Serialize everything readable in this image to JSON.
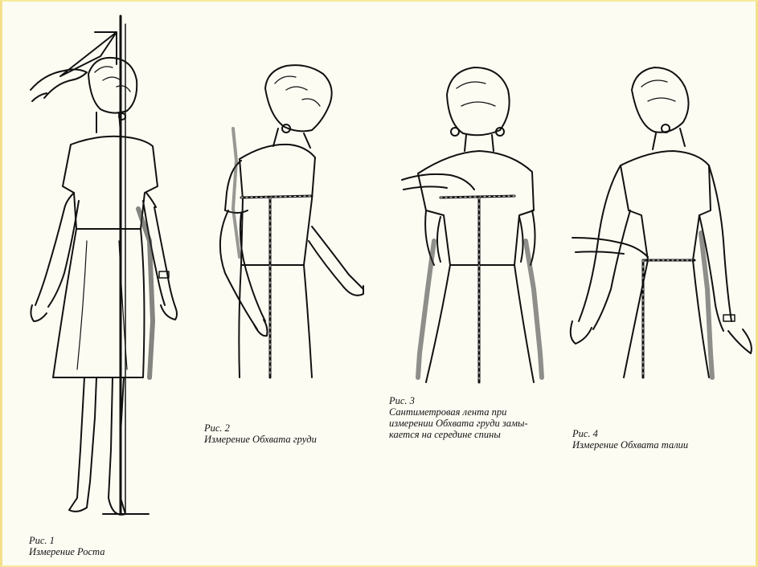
{
  "background_color": "#fdfcf3",
  "border_color": "#f4e08a",
  "figures": [
    {
      "id": "fig1",
      "caption_lines": [
        "Рис. 1",
        "Измерение Роста"
      ]
    },
    {
      "id": "fig2",
      "caption_lines": [
        "Рис. 2",
        "Измерение Обхвата груди"
      ]
    },
    {
      "id": "fig3",
      "caption_lines": [
        "Рис. 3",
        "Сантиметровая лента при",
        "измерении Обхвата груди замы-",
        "кается на середине спины"
      ]
    },
    {
      "id": "fig4",
      "caption_lines": [
        "Рис. 4",
        "Измерение Обхвата талии"
      ]
    }
  ]
}
